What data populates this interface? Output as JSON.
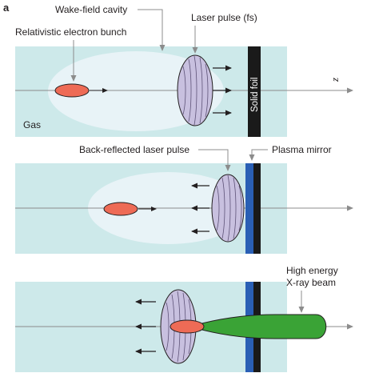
{
  "figure": {
    "panel_label": "a",
    "labels": {
      "wake_field_cavity": "Wake-field cavity",
      "laser_pulse": "Laser pulse (fs)",
      "electron_bunch": "Relativistic electron bunch",
      "axis": "z",
      "gas": "Gas",
      "solid_foil": "Solid foil",
      "back_reflected": "Back-reflected laser pulse",
      "plasma_mirror": "Plasma mirror",
      "xray_line1": "High energy",
      "xray_line2": "X-ray beam"
    },
    "colors": {
      "gas": "#cde9ea",
      "cavity": "#e8f3f7",
      "electron": "#ee6b56",
      "pulse": "#c8c0df",
      "foil": "#1a1a1a",
      "mirror": "#2a5fb5",
      "xray": "#3aa336"
    }
  }
}
